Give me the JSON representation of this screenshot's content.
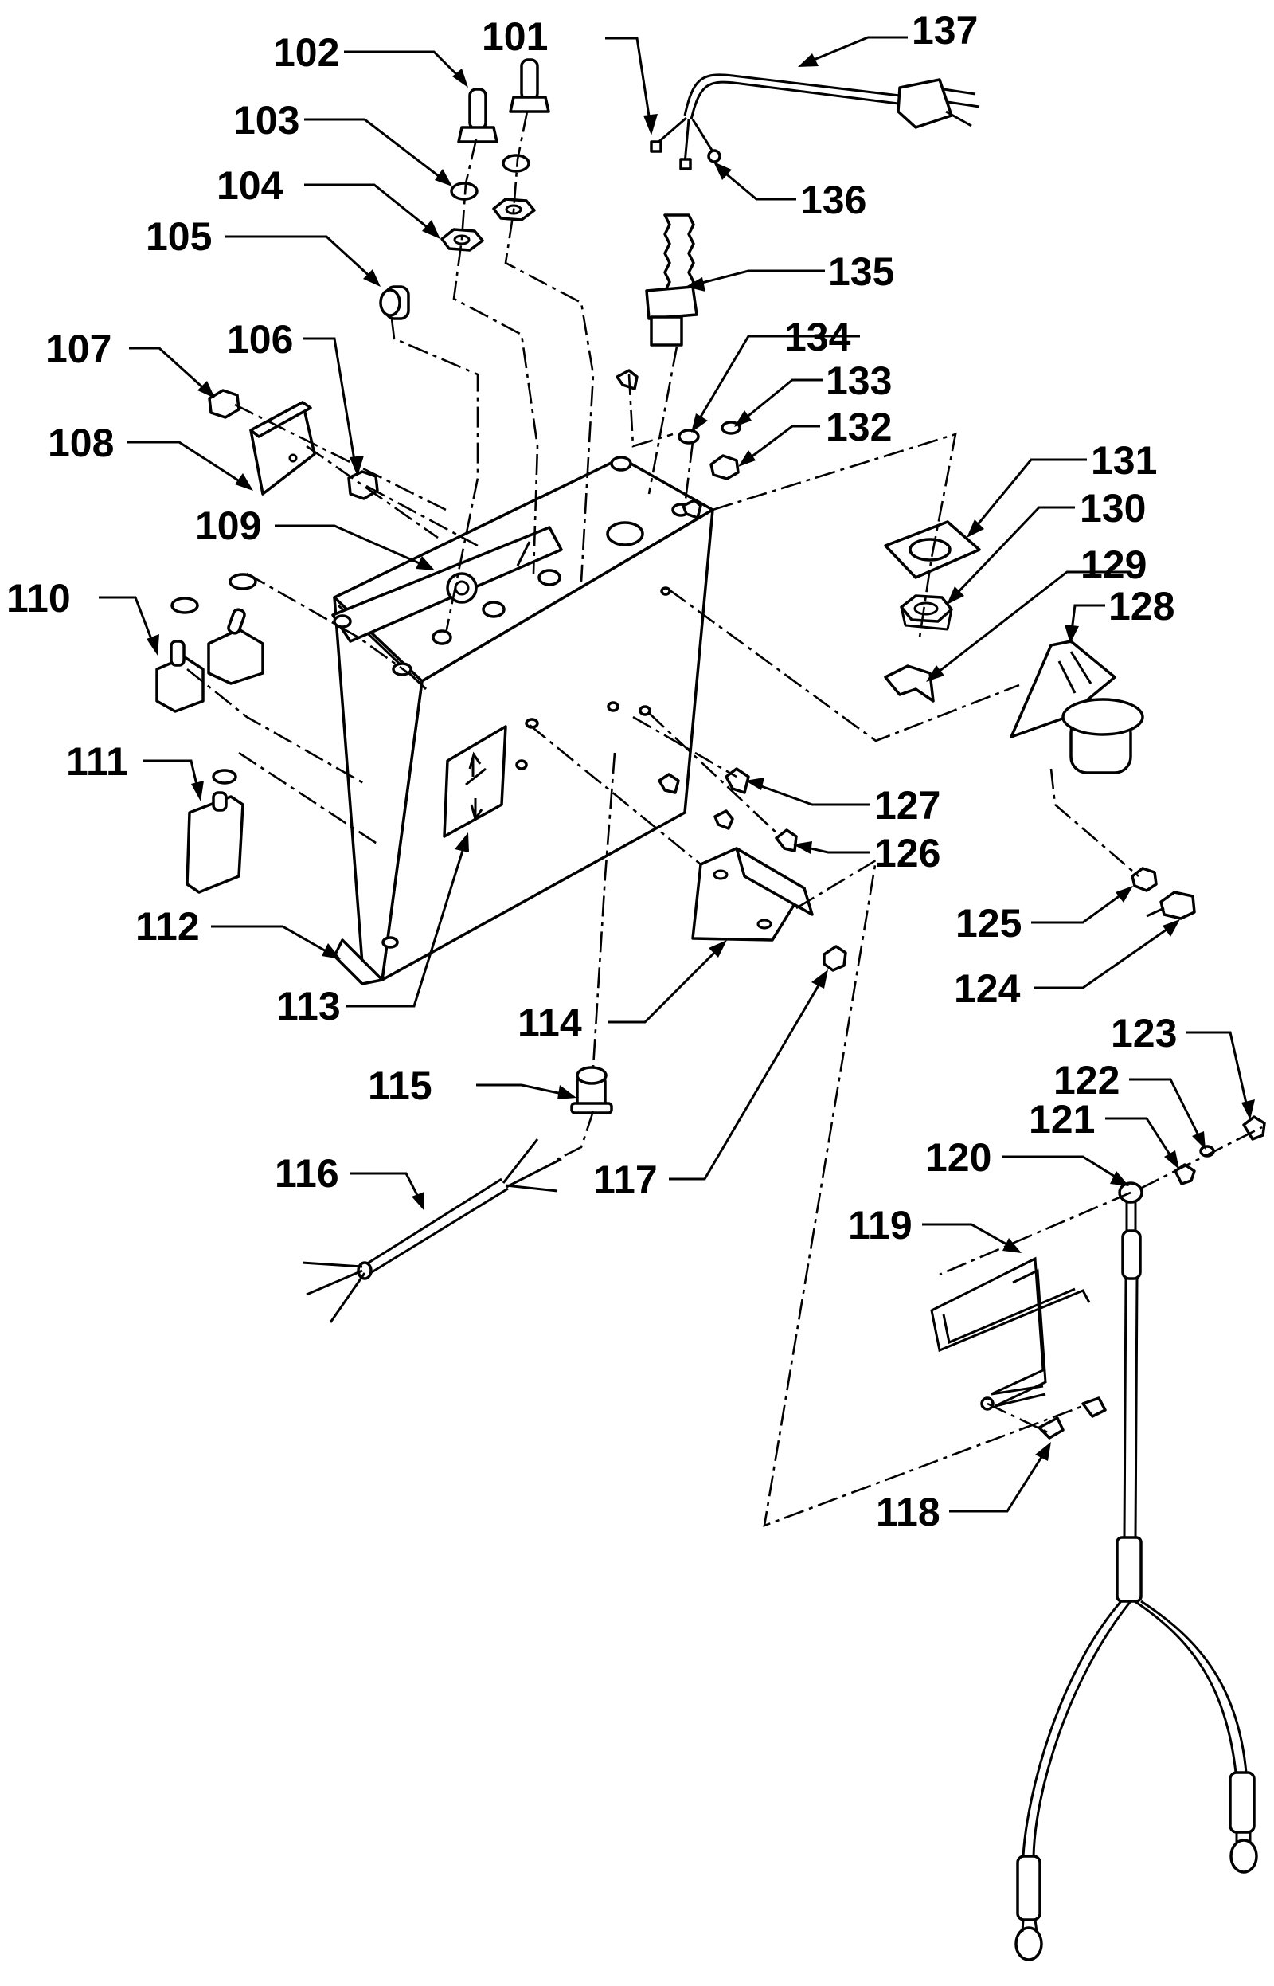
{
  "diagram": {
    "callouts": [
      "101",
      "102",
      "103",
      "104",
      "105",
      "106",
      "107",
      "108",
      "109",
      "110",
      "111",
      "112",
      "113",
      "114",
      "115",
      "116",
      "117",
      "118",
      "119",
      "120",
      "121",
      "122",
      "123",
      "124",
      "125",
      "126",
      "127",
      "128",
      "129",
      "130",
      "131",
      "132",
      "133",
      "134",
      "135",
      "136",
      "137"
    ],
    "colors": {
      "ink": "#000000",
      "paper": "#ffffff"
    }
  }
}
